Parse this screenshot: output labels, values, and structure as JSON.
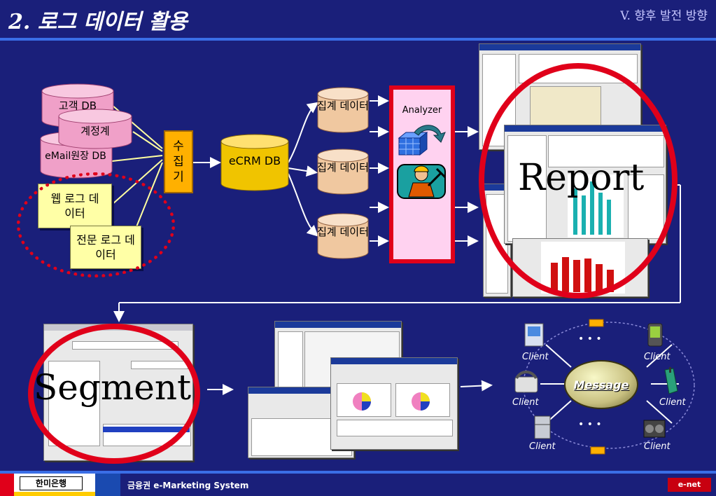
{
  "header": {
    "title": "2. 로그 데이터 활용",
    "section": "V. 향후 발전 방향"
  },
  "sources": {
    "customer_db": "고객 DB",
    "account_db": "계정계",
    "email_db": "eMail원장 DB",
    "web_log": "웹 로그 데이터",
    "pro_log": "전문 로그 데이터"
  },
  "collector": "수 집 기",
  "ecrm_db": "eCRM DB",
  "aggregate": [
    "집계 데이터",
    "집계 데이터",
    "집계 데이터"
  ],
  "analyzer": {
    "label": "Analyzer"
  },
  "report": {
    "label": "Report"
  },
  "segment": {
    "label": "Segment"
  },
  "message": {
    "label": "Message",
    "clients": [
      "Client",
      "Client",
      "Client",
      "Client",
      "Client",
      "Client"
    ],
    "dots": "• • •"
  },
  "footer": {
    "bank": "한미은행",
    "system": "금융권 e-Marketing System",
    "brand": "e-net"
  },
  "colors": {
    "background": "#1a1f7a",
    "accent_red": "#e0001a",
    "note_yellow": "#ffffa6",
    "collector_orange": "#ffb000",
    "db_gold": "#f0c400",
    "db_pink": "#f0a0c8",
    "aggregate_tan": "#f0c8a0"
  }
}
